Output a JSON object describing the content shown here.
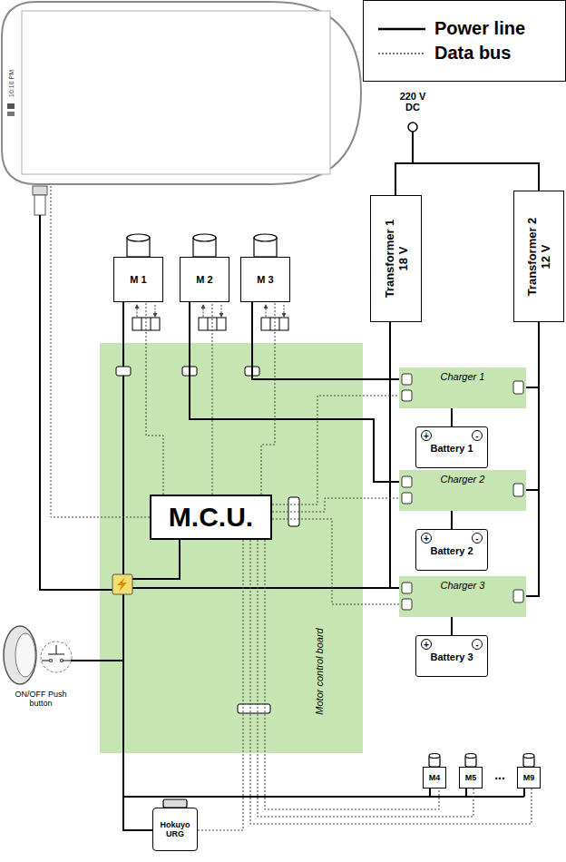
{
  "diagram": {
    "nodes": [
      {
        "text": [
          "10:10 PM"
        ]
      },
      {
        "text": [
          "Transformer 1",
          "18 V"
        ]
      },
      {
        "text": [
          "Transformer 2",
          "12 V"
        ]
      },
      {
        "text": [
          "M 1"
        ]
      },
      {
        "text": [
          "M 2"
        ]
      },
      {
        "text": [
          "M 3"
        ]
      },
      {
        "text": [
          "Motor control board"
        ]
      },
      {
        "text": [
          "M.C.U."
        ],
        "in": 6
      },
      {
        "text": [
          "Charger 1"
        ]
      },
      {
        "text": [
          "+",
          "-",
          "Battery 1"
        ]
      },
      {
        "text": [
          "Charger 2"
        ]
      },
      {
        "text": [
          "+",
          "-",
          "Battery 2"
        ]
      },
      {
        "text": [
          "Charger 3"
        ]
      },
      {
        "text": [
          "+",
          "-",
          "Battery 3"
        ]
      },
      {
        "text": [
          "M4"
        ]
      },
      {
        "text": [
          "M5"
        ]
      },
      {
        "text": [
          "M9"
        ]
      },
      {
        "text": [
          "Hokuyo URG"
        ]
      }
    ],
    "edges": [
      {
        "from": 0,
        "to": 7,
        "arrow": "none"
      },
      {
        "from": 2,
        "to": 8,
        "arrow": "none"
      },
      {
        "from": 2,
        "to": 10,
        "arrow": "none"
      },
      {
        "from": 2,
        "to": 12,
        "arrow": "none"
      },
      {
        "from": 1,
        "to": 12,
        "arrow": "none"
      },
      {
        "from": 8,
        "to": 9,
        "arrow": "none"
      },
      {
        "from": 10,
        "to": 11,
        "arrow": "none"
      },
      {
        "from": 12,
        "to": 13,
        "arrow": "none"
      },
      {
        "from": 8,
        "to": 5,
        "arrow": "none"
      },
      {
        "from": 10,
        "to": 4,
        "arrow": "none"
      },
      {
        "from": 7,
        "to": 8,
        "arrow": "none"
      },
      {
        "from": 7,
        "to": 10,
        "arrow": "none"
      },
      {
        "from": 7,
        "to": 12,
        "arrow": "none"
      },
      {
        "from": 7,
        "to": 3,
        "arrow": "none"
      },
      {
        "from": 7,
        "to": 4,
        "arrow": "none"
      },
      {
        "from": 7,
        "to": 5,
        "arrow": "none"
      },
      {
        "from": 7,
        "to": 14,
        "arrow": "none"
      },
      {
        "from": 7,
        "to": 15,
        "arrow": "none"
      },
      {
        "from": 7,
        "to": 16,
        "arrow": "none"
      },
      {
        "from": 7,
        "to": 17,
        "arrow": "none"
      }
    ],
    "labels": [
      "220 V DC",
      "ON/OFF Push button",
      "..."
    ],
    "legend": [
      {
        "text": "Power line"
      },
      {
        "text": "Data bus"
      }
    ]
  }
}
